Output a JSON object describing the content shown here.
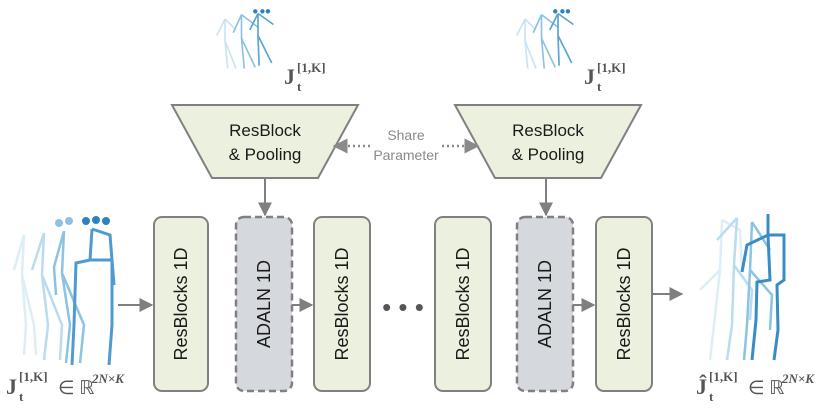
{
  "colors": {
    "resblock_fill": "#ebf1de",
    "adaln_fill": "#d5d9de",
    "box_stroke": "#808080",
    "arrow": "#7f7f7f",
    "skeleton_light": "#c9e3f2",
    "skeleton_mid": "#8cc3e3",
    "skeleton_dark": "#2f82bf"
  },
  "encoders": [
    {
      "line1": "ResBlock",
      "line2": "& Pooling"
    },
    {
      "line1": "ResBlock",
      "line2": "& Pooling"
    }
  ],
  "share_label": {
    "line1": "Share",
    "line2": "Parameter"
  },
  "blocks": [
    {
      "label": "ResBlocks 1D",
      "kind": "resblock"
    },
    {
      "label": "ADALN 1D",
      "kind": "adaln"
    },
    {
      "label": "ResBlocks 1D",
      "kind": "resblock"
    },
    {
      "label": "ResBlocks 1D",
      "kind": "resblock"
    },
    {
      "label": "ADALN 1D",
      "kind": "adaln"
    },
    {
      "label": "ResBlocks 1D",
      "kind": "resblock"
    }
  ],
  "ellipsis": "• • •",
  "formulas": {
    "cond_symbol": "J",
    "cond_sub": "t",
    "cond_sup": "[1,K]",
    "input_symbol": "J",
    "input_sub": "t",
    "input_sup": "[1,K]",
    "input_domain": "∈ ℝ",
    "input_domain_sup": "2N×K",
    "output_symbol": "Ĵ",
    "output_sub": "t",
    "output_sup": "[1,K]",
    "output_domain": "∈ ℝ",
    "output_domain_sup": "2N×K"
  }
}
